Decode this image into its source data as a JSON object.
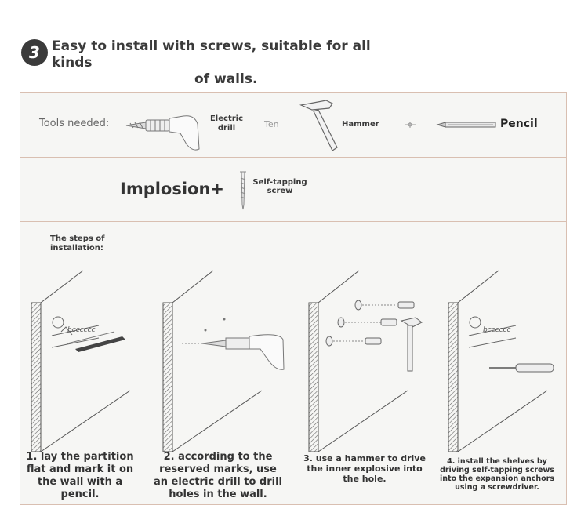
{
  "header": {
    "step_number": "3",
    "title_line1": "Easy to install with screws, suitable for all kinds",
    "title_line2": "of walls."
  },
  "tools": {
    "label": "Tools needed:",
    "drill_label": "Electric drill",
    "ten_label": "Ten",
    "hammer_label": "Hammer",
    "pencil_label": "Pencil"
  },
  "fixings": {
    "implosion_label": "Implosion+",
    "screw_label": "Self-tapping screw"
  },
  "steps": {
    "title": "The steps of installation:",
    "items": [
      {
        "caption": "1. lay the partition flat and mark it on the wall with a pencil."
      },
      {
        "caption": "2. according to the reserved marks, use an electric drill to drill holes in the wall."
      },
      {
        "caption": "3. use a hammer to drive the inner explosive into the hole."
      },
      {
        "caption": "4. install the shelves by driving self-tapping screws into the expansion anchors using a screwdriver."
      }
    ]
  },
  "colors": {
    "badge": "#3b3b3b",
    "panel_border": "#d9bfb1",
    "panel_bg": "#f6f6f4"
  }
}
